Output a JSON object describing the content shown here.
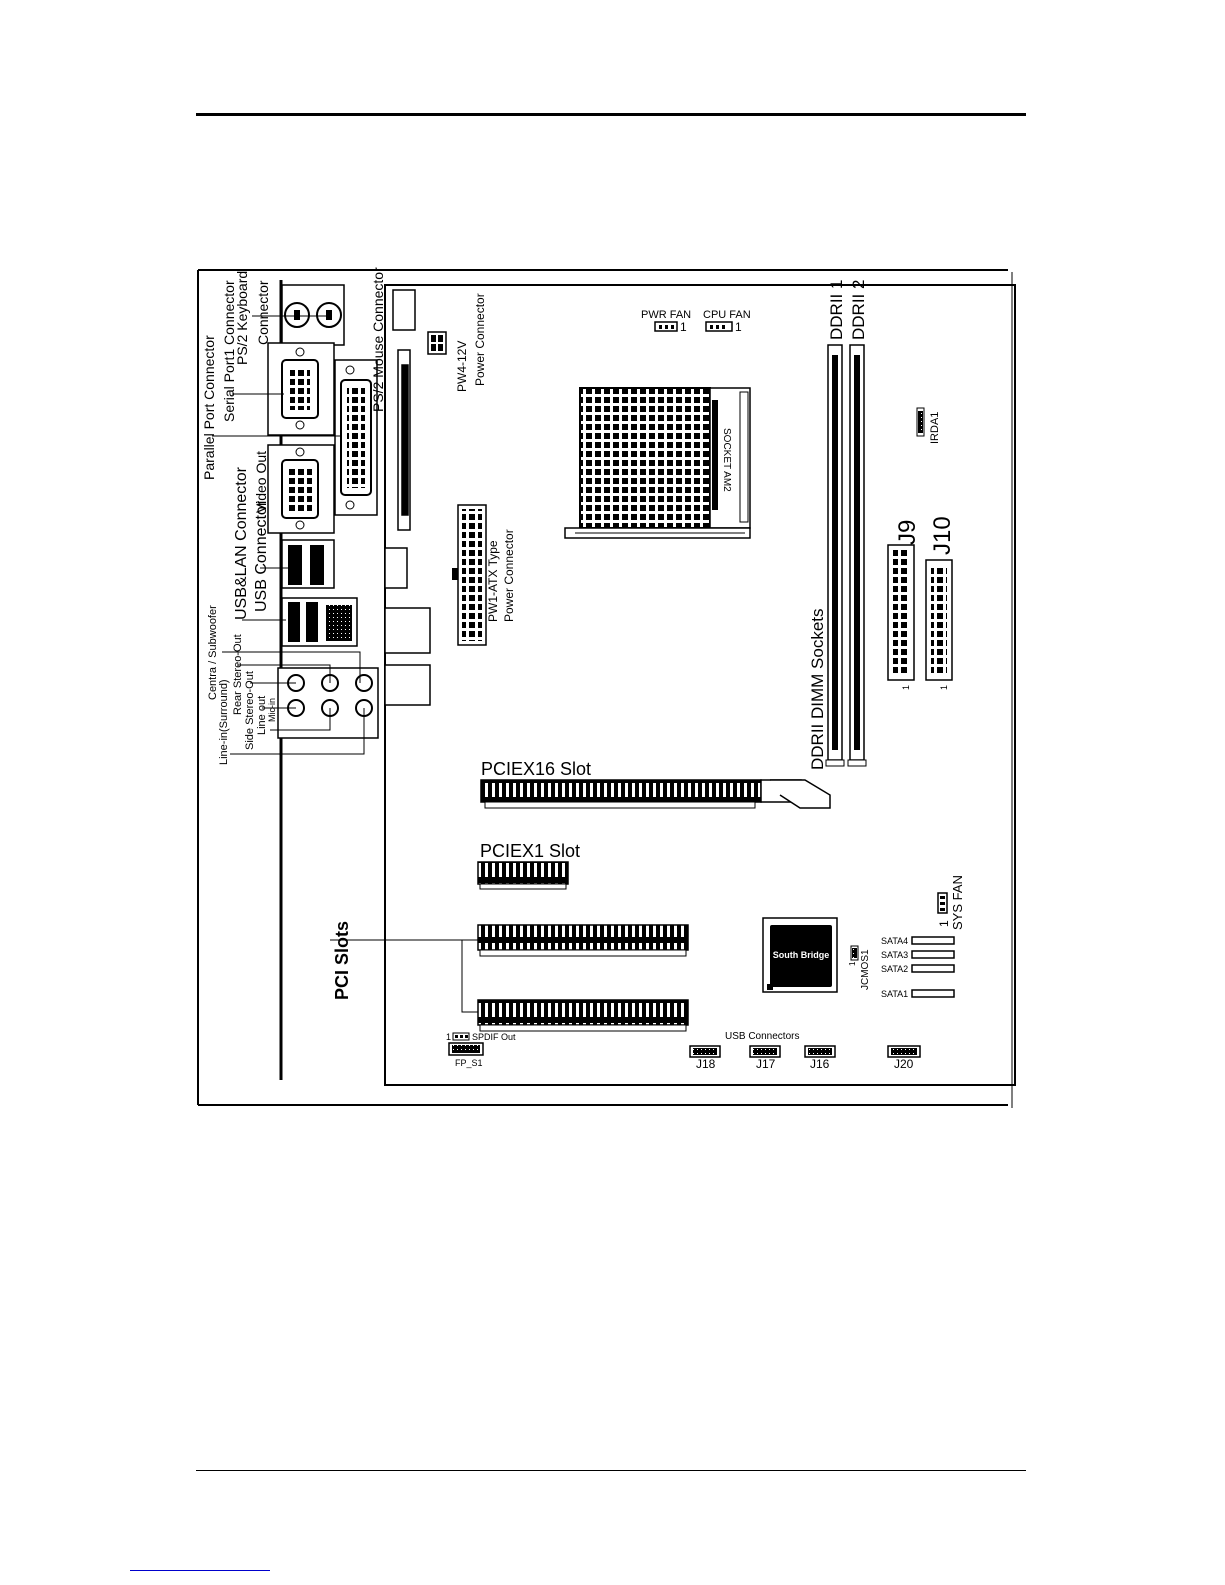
{
  "labels": {
    "ps2_keyboard": "PS/2 Keyboard",
    "connector": "Connector",
    "ps2_mouse": "PS/2 Mouse Connector",
    "serial_port": "Serial Port1 Connector",
    "parallel_port": "Parallel Port Connector",
    "video_out": "Video Out",
    "usb_lan": "USB&LAN Connector",
    "usb_connector": "USB Connector",
    "central_sub": "Centra / Subwoofer",
    "rear_stereo": "Rear Stereo-Out",
    "line_in": "Line-in(Surround)",
    "side_stereo": "Side Stereo-Out",
    "line_out": "Line out",
    "mic_in": "Mic-in",
    "pw4_a": "PW4-12V",
    "pw4_b": "Power Connector",
    "pw1_a": "PW1-ATX Type",
    "pw1_b": "Power Connector",
    "pwr_fan": "PWR FAN",
    "cpu_fan": "CPU FAN",
    "one": "1",
    "socket": "SOCKET AM2",
    "ddrii1": "DDRII 1",
    "ddrii2": "DDRII 2",
    "irda": "IRDA1",
    "j9": "J9",
    "j10": "J10",
    "dimm_sockets": "DDRII DIMM Sockets",
    "pciex16": "PCIEX16 Slot",
    "pciex1": "PCIEX1 Slot",
    "pci_slots": "PCI Slots",
    "south_bridge": "South Bridge",
    "jcmos": "JCMOS1",
    "sys_fan": "SYS FAN",
    "sata4": "SATA4",
    "sata3": "SATA3",
    "sata2": "SATA2",
    "sata1": "SATA1",
    "spdif": "SPDIF Out",
    "fp_s1": "FP_S1",
    "usb_connectors": "USB Connectors",
    "j18": "J18",
    "j17": "J17",
    "j16": "J16",
    "j20": "J20"
  }
}
